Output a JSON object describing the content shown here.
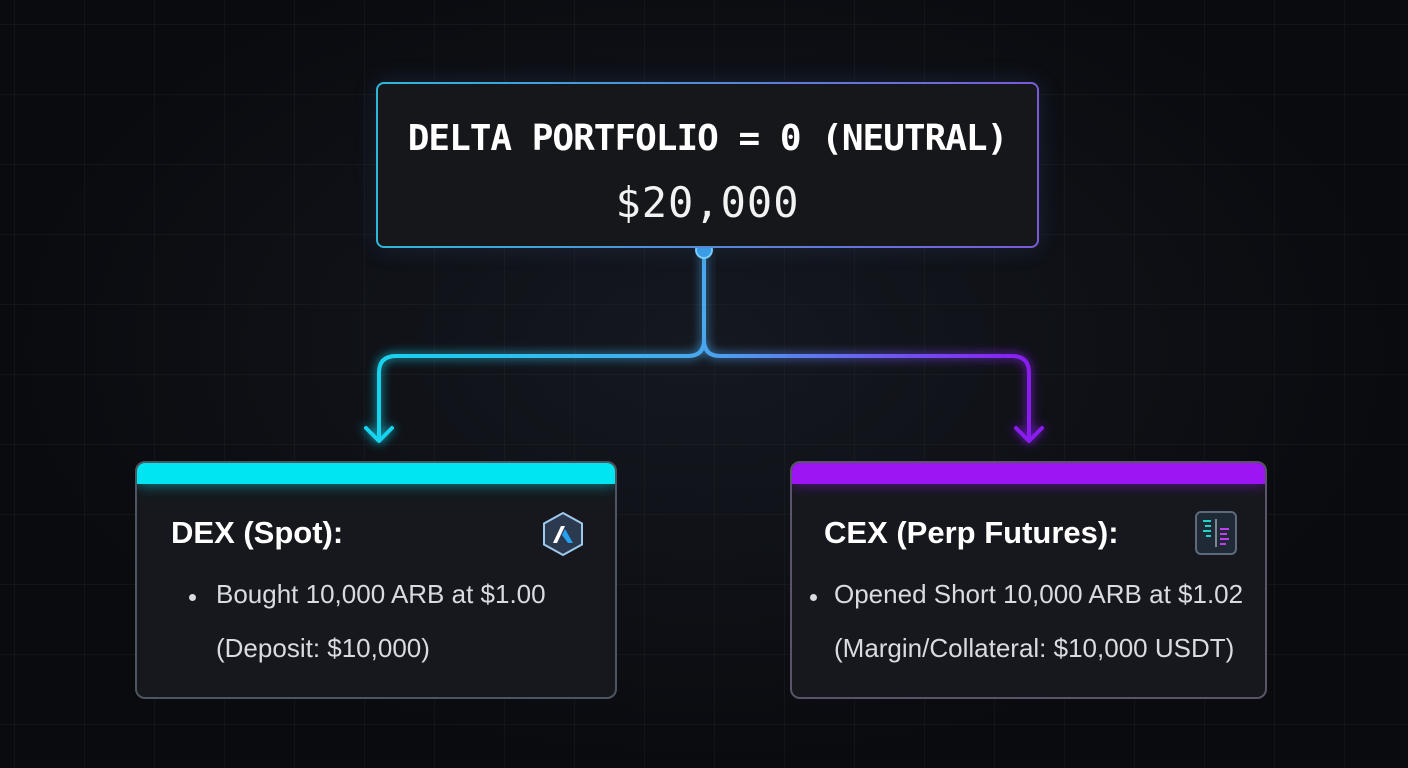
{
  "portfolio": {
    "title": "DELTA PORTFOLIO = 0 (NEUTRAL)",
    "amount": "$20,000"
  },
  "dex": {
    "title": "DEX (Spot):",
    "line1": "Bought 10,000 ARB at $1.00",
    "line2": "(Deposit: $10,000)",
    "icon": "arbitrum-logo-icon",
    "accent": "#00e5f2"
  },
  "cex": {
    "title": "CEX (Perp Futures):",
    "line1": "Opened Short 10,000 ARB at $1.02",
    "line2": "(Margin/Collateral: $10,000 USDT)",
    "icon": "orderbook-icon",
    "accent": "#9b16f2"
  }
}
